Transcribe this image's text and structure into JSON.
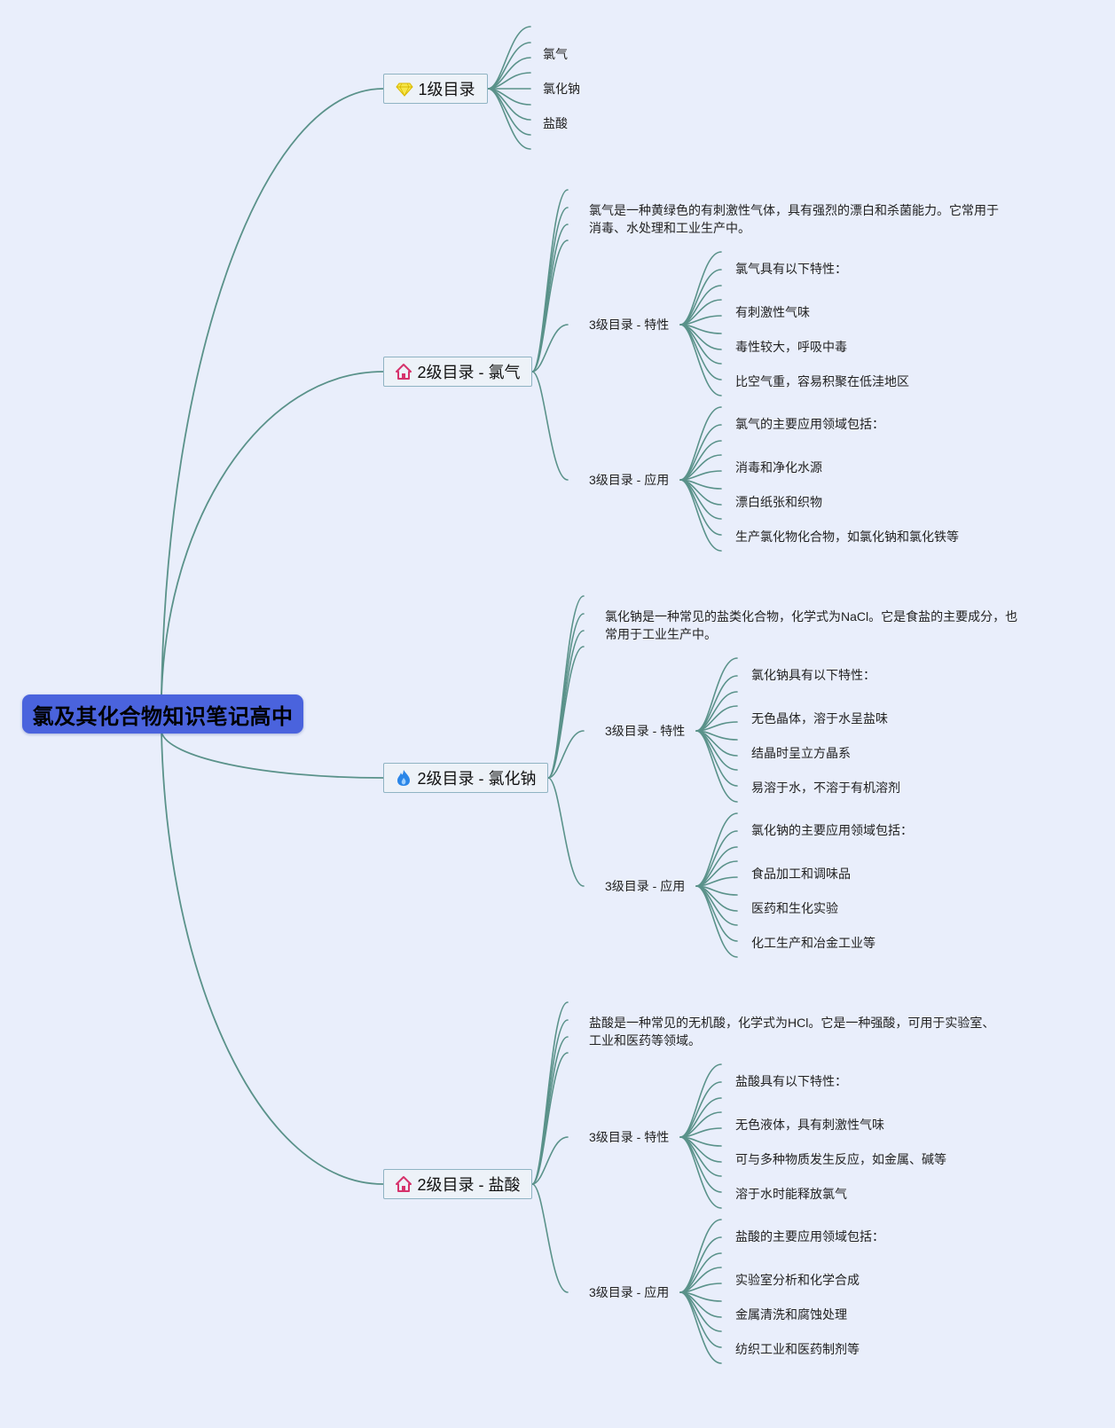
{
  "title": "氯及其化合物知识笔记高中",
  "colors": {
    "background": "#e9eefb",
    "root": "#4a63dd",
    "link": "#5a928a",
    "box_border": "#8fb3c3"
  },
  "toc": {
    "label": "1级目录",
    "icon": "diamond-icon",
    "items": [
      "氯气",
      "氯化钠",
      "盐酸"
    ]
  },
  "sections": [
    {
      "label": "2级目录 - 氯气",
      "icon": "house-icon",
      "intro": "氯气是一种黄绿色的有刺激性气体，具有强烈的漂白和杀菌能力。它常用于消毒、水处理和工业生产中。",
      "subsections": [
        {
          "label": "3级目录 - 特性",
          "items": [
            "氯气具有以下特性：",
            "有刺激性气味",
            "毒性较大，呼吸中毒",
            "比空气重，容易积聚在低洼地区"
          ]
        },
        {
          "label": "3级目录 - 应用",
          "items": [
            "氯气的主要应用领域包括：",
            "消毒和净化水源",
            "漂白纸张和织物",
            "生产氯化物化合物，如氯化钠和氯化铁等"
          ]
        }
      ]
    },
    {
      "label": "2级目录 - 氯化钠",
      "icon": "fire-icon",
      "intro": "氯化钠是一种常见的盐类化合物，化学式为NaCl。它是食盐的主要成分，也常用于工业生产中。",
      "subsections": [
        {
          "label": "3级目录 - 特性",
          "items": [
            "氯化钠具有以下特性：",
            "无色晶体，溶于水呈盐味",
            "结晶时呈立方晶系",
            "易溶于水，不溶于有机溶剂"
          ]
        },
        {
          "label": "3级目录 - 应用",
          "items": [
            "氯化钠的主要应用领域包括：",
            "食品加工和调味品",
            "医药和生化实验",
            "化工生产和冶金工业等"
          ]
        }
      ]
    },
    {
      "label": "2级目录 - 盐酸",
      "icon": "house-icon",
      "intro": "盐酸是一种常见的无机酸，化学式为HCl。它是一种强酸，可用于实验室、工业和医药等领域。",
      "subsections": [
        {
          "label": "3级目录 - 特性",
          "items": [
            "盐酸具有以下特性：",
            "无色液体，具有刺激性气味",
            "可与多种物质发生反应，如金属、碱等",
            "溶于水时能释放氯气"
          ]
        },
        {
          "label": "3级目录 - 应用",
          "items": [
            "盐酸的主要应用领域包括：",
            "实验室分析和化学合成",
            "金属清洗和腐蚀处理",
            "纺织工业和医药制剂等"
          ]
        }
      ]
    }
  ]
}
